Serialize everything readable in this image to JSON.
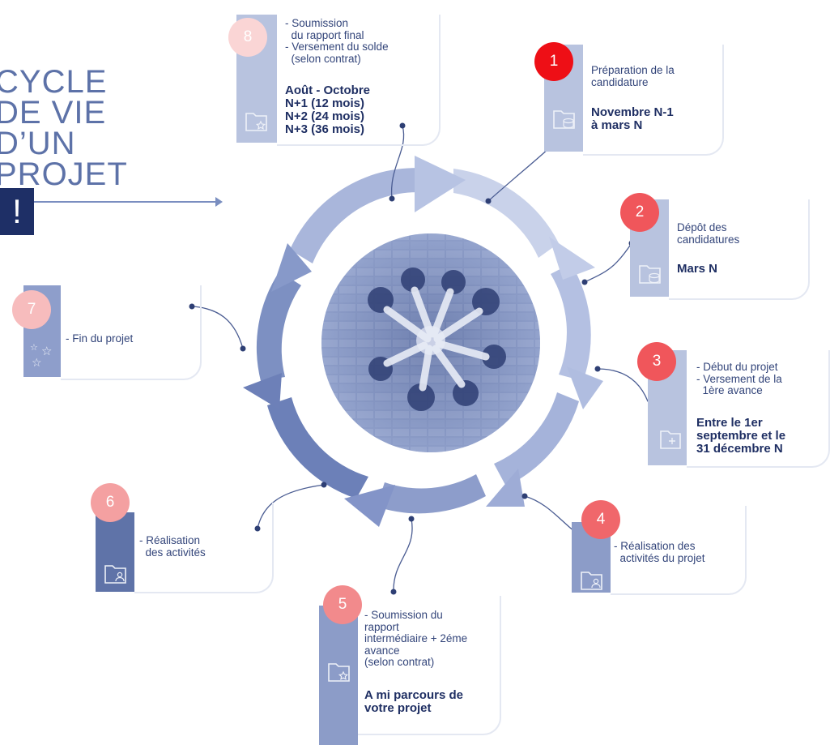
{
  "title": {
    "lines": [
      "CYCLE",
      "DE VIE",
      "D’UN",
      "PROJET"
    ],
    "bang": "!"
  },
  "colors": {
    "badge_1": "#ee0f16",
    "badge_2": "#f0565b",
    "badge_3": "#f0565b",
    "badge_4": "#f0676b",
    "badge_5": "#f28a8c",
    "badge_6": "#f4a0a1",
    "badge_7": "#f7bcbd",
    "badge_8": "#fad5d5",
    "ring": "#7f92c4",
    "navy": "#1e2f66"
  },
  "steps": [
    {
      "num": "1",
      "text": "Préparation de la\ncandidature",
      "bold": "Novembre N-1\nà mars N",
      "icon": "database-folder-icon"
    },
    {
      "num": "2",
      "text": "Dépôt des\ncandidatures",
      "bold": "Mars N",
      "icon": "database-folder-icon"
    },
    {
      "num": "3",
      "text": "- Début du projet\n- Versement de la\n  1ère avance",
      "bold": "Entre le 1er\nseptembre et le\n31 décembre N",
      "icon": "folder-plus-icon"
    },
    {
      "num": "4",
      "text": "- Réalisation des\n  activités du projet",
      "bold": "",
      "icon": "folder-user-icon"
    },
    {
      "num": "5",
      "text": "- Soumission du\nrapport\nintermédiaire + 2éme\navance\n(selon contrat)",
      "bold": "A mi parcours de\nvotre projet",
      "icon": "folder-star-icon"
    },
    {
      "num": "6",
      "text": "- Réalisation\n  des activités",
      "bold": "",
      "icon": "folder-user-icon"
    },
    {
      "num": "7",
      "text": "- Fin du projet",
      "bold": "",
      "icon": "stars-icon"
    },
    {
      "num": "8",
      "text": "- Soumission\n  du rapport final\n- Versement du solde\n  (selon contrat)",
      "bold": "Août - Octobre\nN+1 (12 mois)\nN+2 (24 mois)\nN+3 (36 mois)",
      "icon": "folder-star-icon"
    }
  ]
}
